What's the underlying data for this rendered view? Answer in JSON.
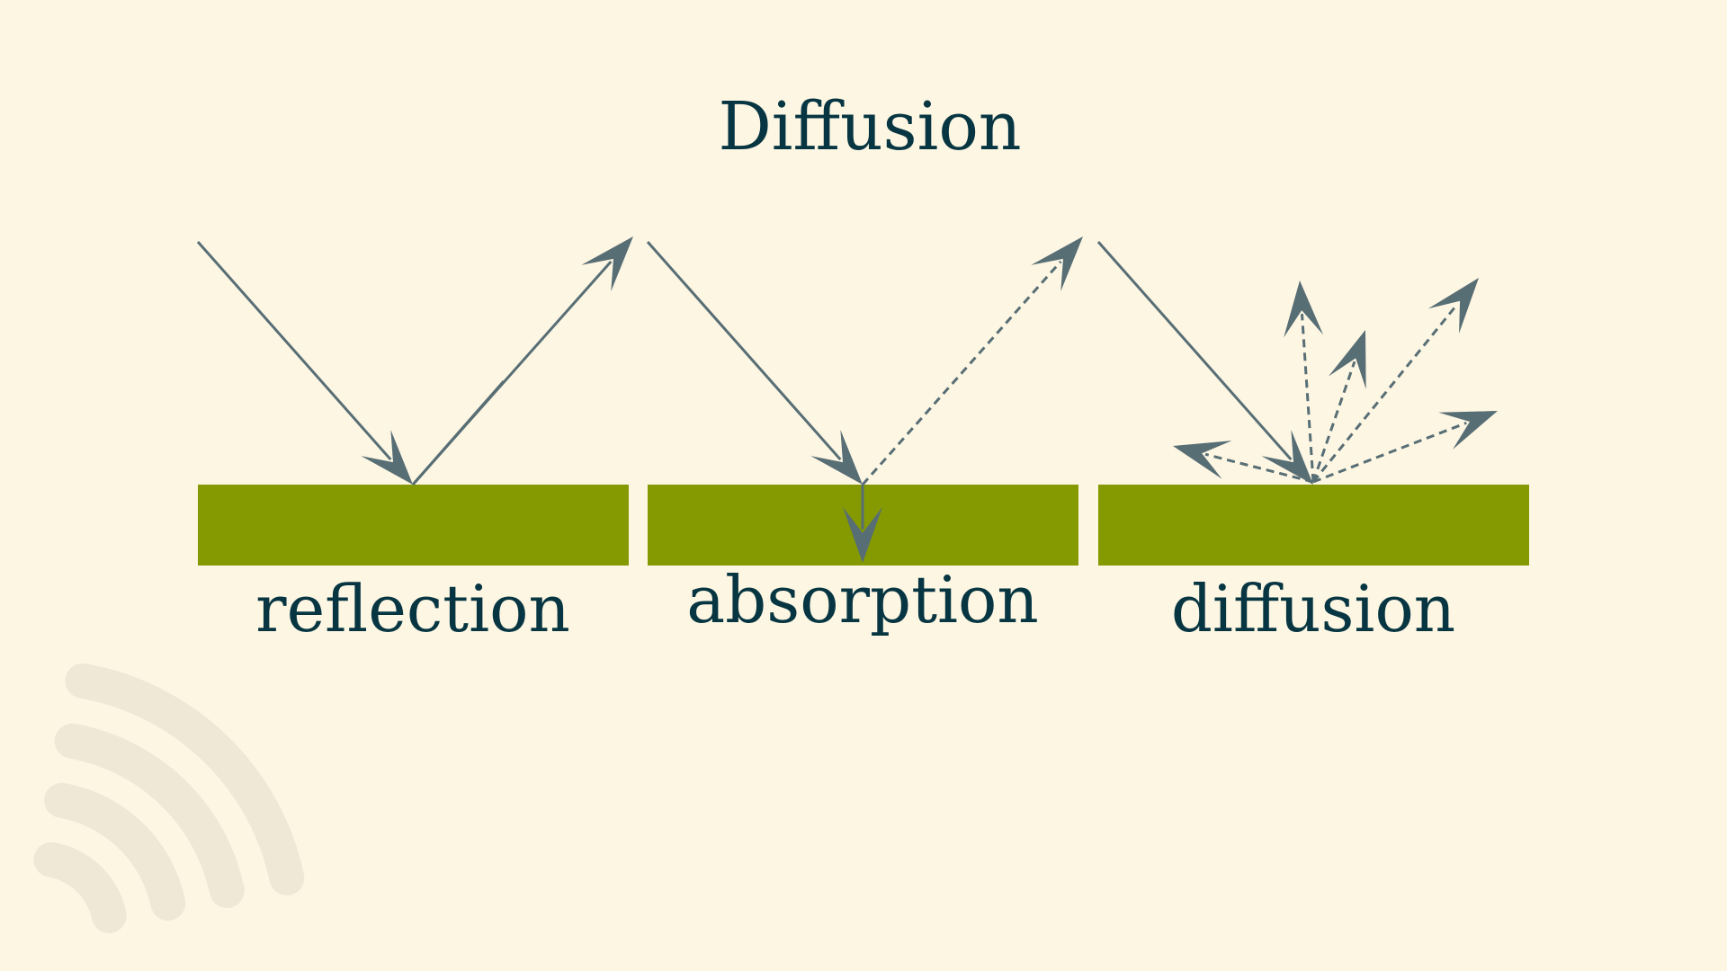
{
  "title": "Diffusion",
  "panels": [
    {
      "label": "reflection"
    },
    {
      "label": "absorption"
    },
    {
      "label": "diffusion"
    }
  ],
  "colors": {
    "background": "#fdf6e3",
    "surface": "#859900",
    "ray": "#586e75",
    "text": "#073642",
    "decoration": "#efe8d6"
  },
  "icons": {
    "decoration": "signal-waves-icon"
  }
}
